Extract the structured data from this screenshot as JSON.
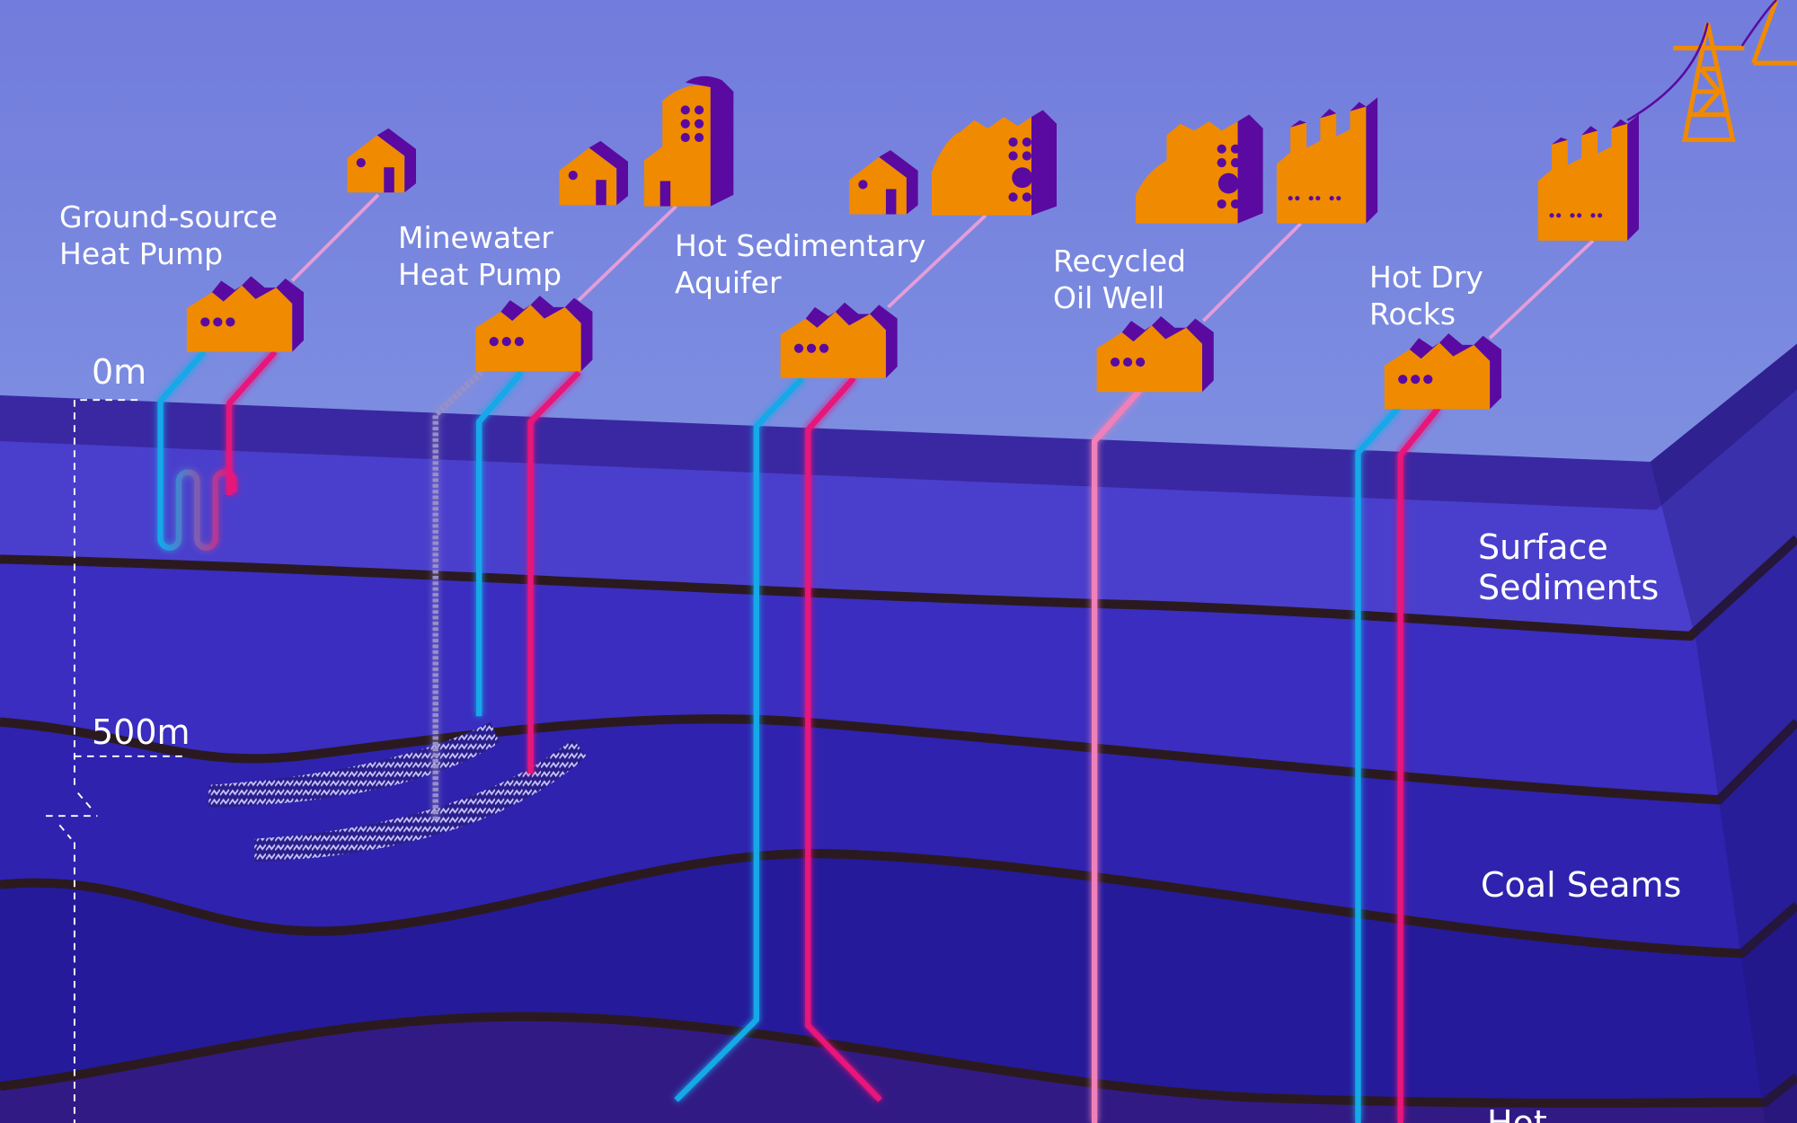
{
  "systems": [
    {
      "line1": "Ground-source",
      "line2": "Heat Pump"
    },
    {
      "line1": "Minewater",
      "line2": "Heat Pump"
    },
    {
      "line1": "Hot Sedimentary",
      "line2": "Aquifer"
    },
    {
      "line1": "Recycled",
      "line2": "Oil Well"
    },
    {
      "line1": "Hot Dry",
      "line2": "Rocks"
    }
  ],
  "layers": [
    {
      "line1": "Surface",
      "line2": "Sediments"
    },
    {
      "line1": "Coal Seams"
    },
    {
      "line1": "Hot"
    }
  ],
  "depth_scale": {
    "top": "0m",
    "mid": "500m"
  },
  "colors": {
    "building": "#f08a00",
    "building_side": "#5a0aa0",
    "cold_pipe": "#14a8e8",
    "hot_pipe": "#e8127a"
  }
}
